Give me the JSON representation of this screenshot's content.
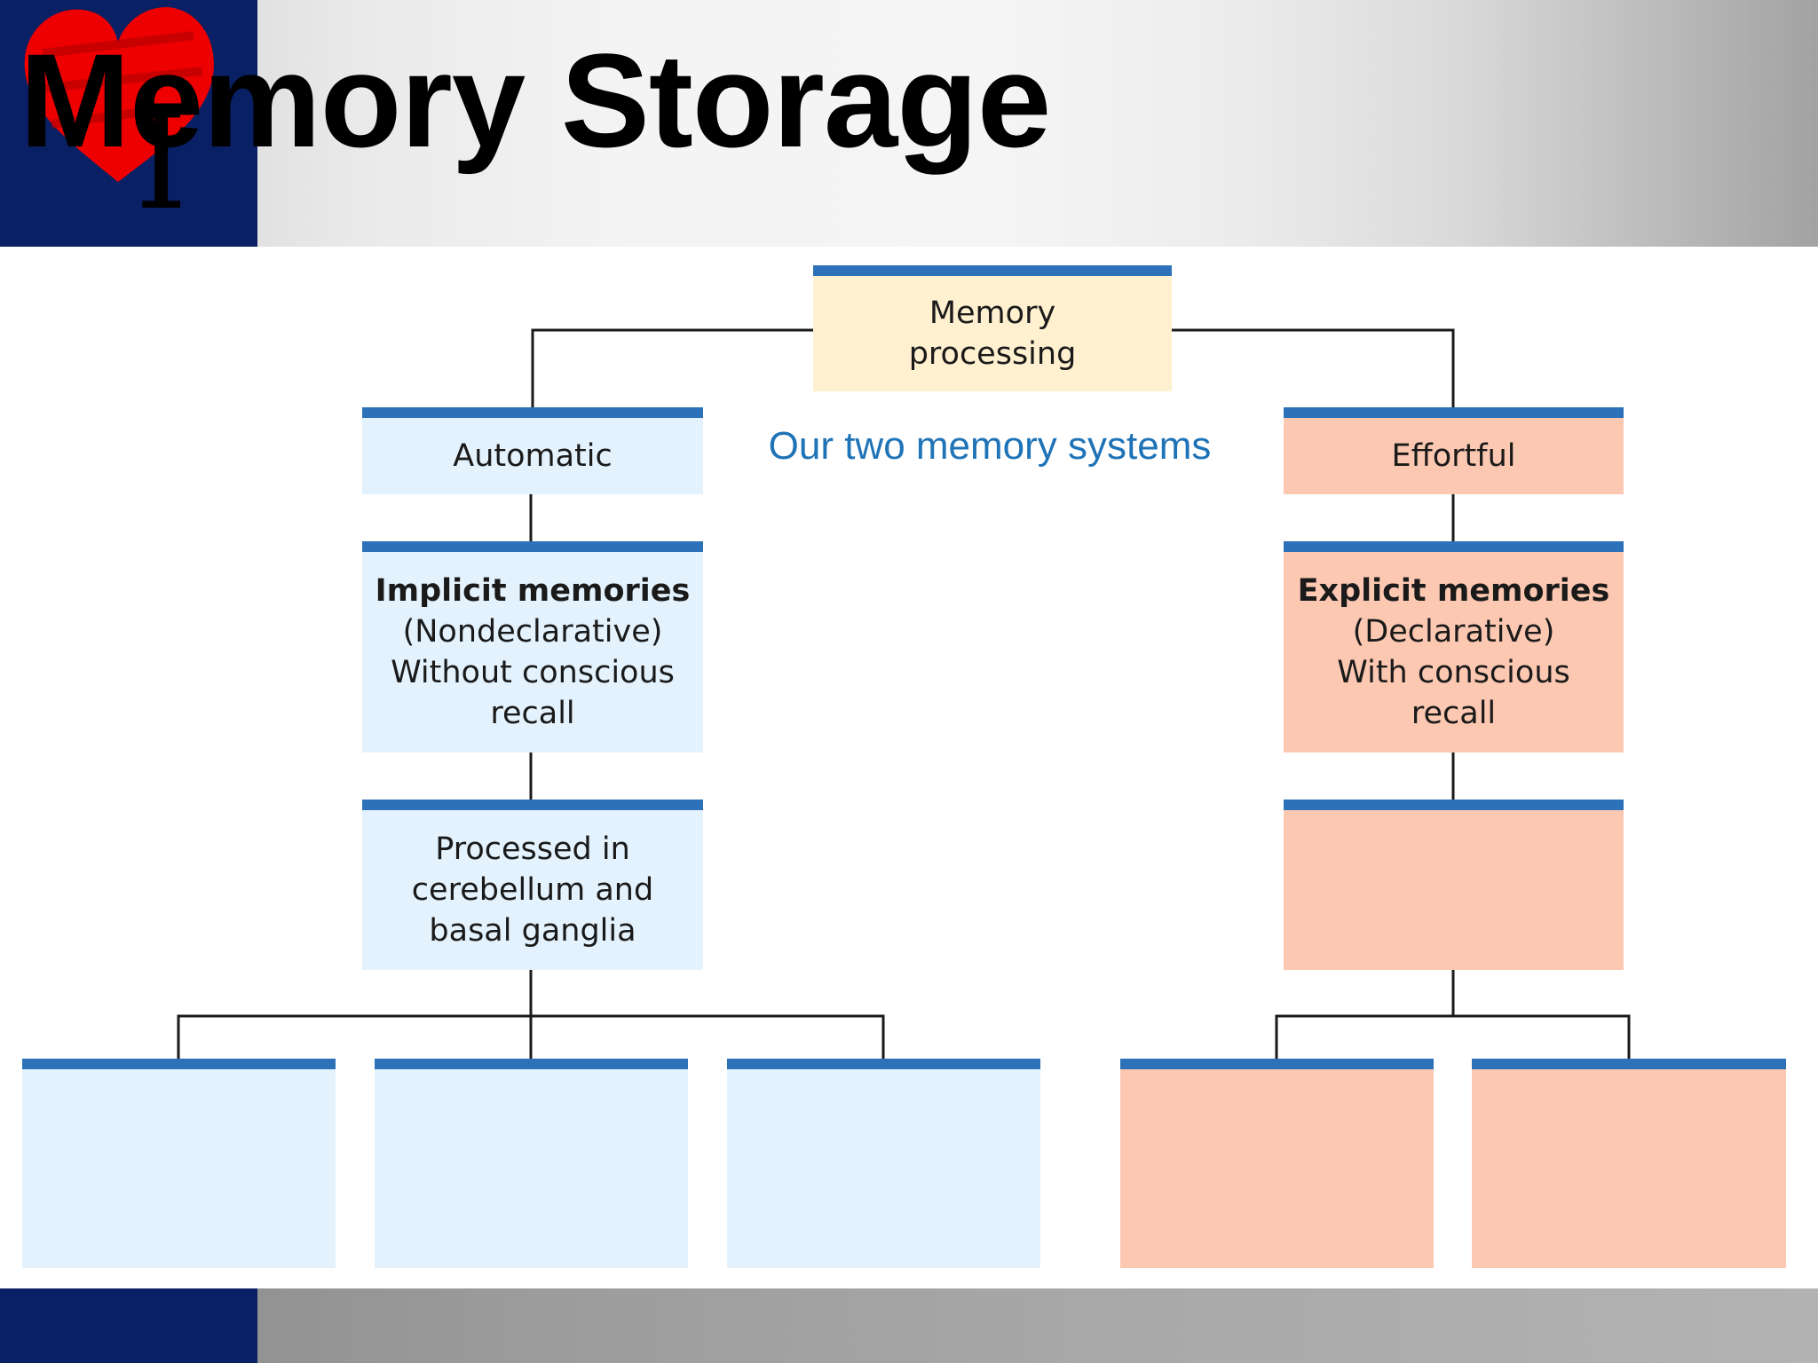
{
  "slide": {
    "title": "Memory Storage"
  },
  "diagram": {
    "subtitle": "Our two memory systems",
    "root": [
      "Memory",
      "processing"
    ],
    "automatic": {
      "label": "Automatic",
      "memories": [
        "Implicit memories",
        "(Nondeclarative)",
        "Without conscious",
        "recall"
      ],
      "processed": [
        "Processed in",
        "cerebellum and",
        "basal ganglia"
      ]
    },
    "effortful": {
      "label": "Effortful",
      "memories": [
        "Explicit memories",
        "(Declarative)",
        "With conscious",
        "recall"
      ]
    }
  },
  "colors": {
    "header_blue": "#0a2064",
    "box_bar": "#2d72b8",
    "root_fill": "#fff0cf",
    "automatic_fill": "#e3f2fd",
    "effortful_fill": "#fcc8b1",
    "subtitle_text": "#1f73b7"
  }
}
